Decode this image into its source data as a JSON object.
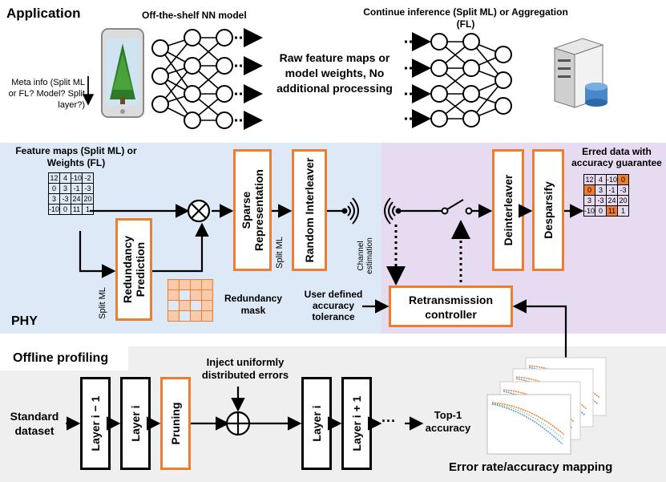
{
  "app": {
    "title": "Application",
    "nn_label": "Off-the-shelf NN model",
    "continue_label": "Continue  inference (Split ML) or Aggregation (FL)",
    "raw_text": "Raw feature maps or model weights, No additional processing",
    "meta_info": "Meta info (Split ML or FL? Model? Split layer?)"
  },
  "phy": {
    "label": "PHY",
    "feature_maps_label": "Feature maps (Split ML) or Weights (FL)",
    "redundancy_prediction": "Redundancy Prediction",
    "sparse_representation": "Sparse Representation",
    "random_interleaver": "Random Interleaver",
    "split_ml_1": "Split ML",
    "split_ml_2": "Split ML",
    "redundancy_mask": "Redundancy mask",
    "channel_estimation": "Channel estimation",
    "user_tolerance": "User defined accuracy tolerance",
    "retransmission_controller": "Retransmission controller",
    "deinterleaver": "Deinterleaver",
    "desparsify": "Desparsify",
    "erred_label": "Erred data with accuracy guarantee",
    "input_grid": [
      [
        "12",
        "4",
        "-10",
        "-2"
      ],
      [
        "0",
        "3",
        "-1",
        "-3"
      ],
      [
        "3",
        "-3",
        "24",
        "20"
      ],
      [
        "-10",
        "0",
        "11",
        "1"
      ]
    ],
    "output_grid": [
      [
        "12",
        "4",
        "-10",
        "0"
      ],
      [
        "0",
        "3",
        "-1",
        "-3"
      ],
      [
        "3",
        "-3",
        "24",
        "20"
      ],
      [
        "-10",
        "0",
        "11",
        "1"
      ]
    ],
    "output_highlights": [
      [
        0,
        3
      ],
      [
        1,
        0
      ],
      [
        3,
        2
      ]
    ],
    "mask_on": [
      [
        1,
        1
      ],
      [
        2,
        0
      ],
      [
        2,
        2
      ],
      [
        3,
        1
      ]
    ]
  },
  "offline": {
    "title": "Offline profiling",
    "standard_dataset": "Standard dataset",
    "layer_i_minus_1": "Layer i − 1",
    "layer_i": "Layer i",
    "pruning": "Pruning",
    "inject": "Inject uniformly distributed errors",
    "layer_i_2": "Layer i",
    "layer_i_plus_1": "Layer i + 1",
    "ellipsis": "···",
    "top1": "Top-1 accuracy",
    "mapping": "Error rate/accuracy mapping"
  },
  "colors": {
    "orange": "#ed7d31",
    "phy_bg": "#dde9f7",
    "retx_bg": "#e6dbf1",
    "offline_bg": "#efefef"
  },
  "icons": [
    "smartphone-icon",
    "server-icon",
    "wifi-tx-icon",
    "wifi-rx-icon",
    "switch-icon",
    "multiply-icon",
    "add-icon"
  ]
}
